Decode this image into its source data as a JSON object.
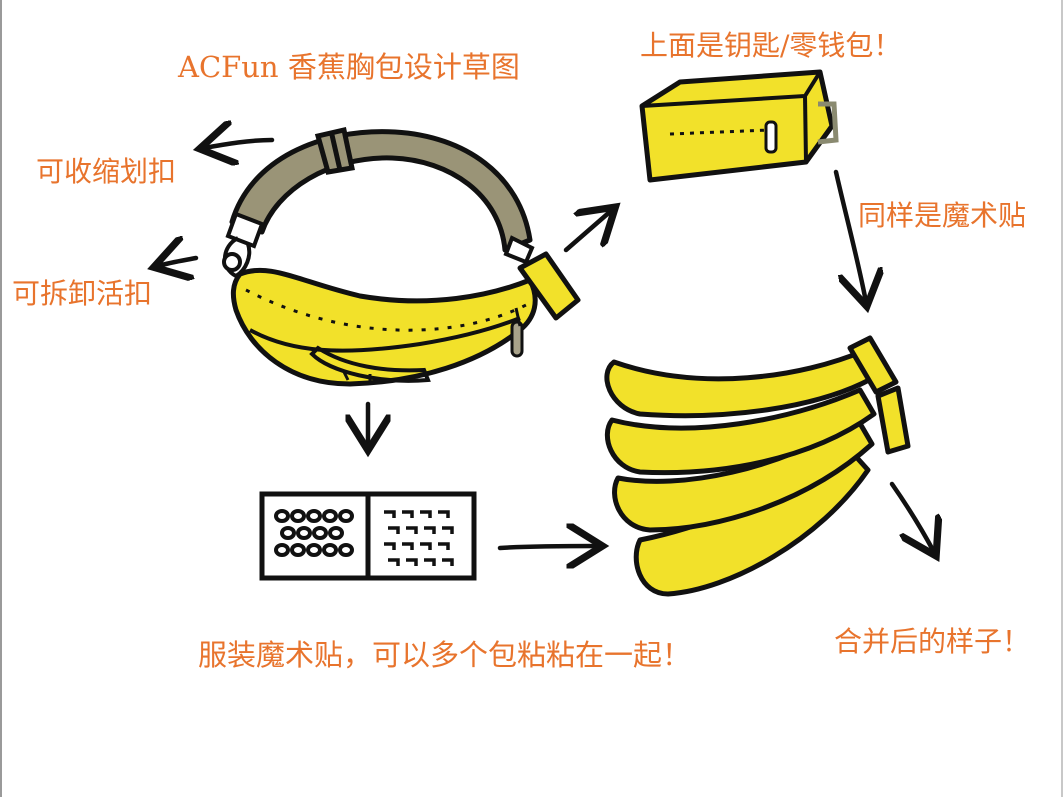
{
  "title": "ACFun 香蕉胸包设计草图",
  "labels": {
    "top_right": "上面是钥匙/零钱包！",
    "slide_buckle": "可收缩划扣",
    "detach_buckle": "可拆卸活扣",
    "same_velcro": "同样是魔术贴",
    "merged": "合并后的样子！",
    "velcro_caption": "服装魔术贴，可以多个包粘粘在一起！"
  },
  "colors": {
    "text": "#e8742d",
    "banana": "#f2e12a",
    "strap": "#9a9477",
    "outline": "#111111",
    "zipper_pull": "#a8a28a"
  },
  "icons": [
    "banana-bag",
    "key-pouch",
    "velcro-patch",
    "banana-bunch",
    "arrow"
  ]
}
